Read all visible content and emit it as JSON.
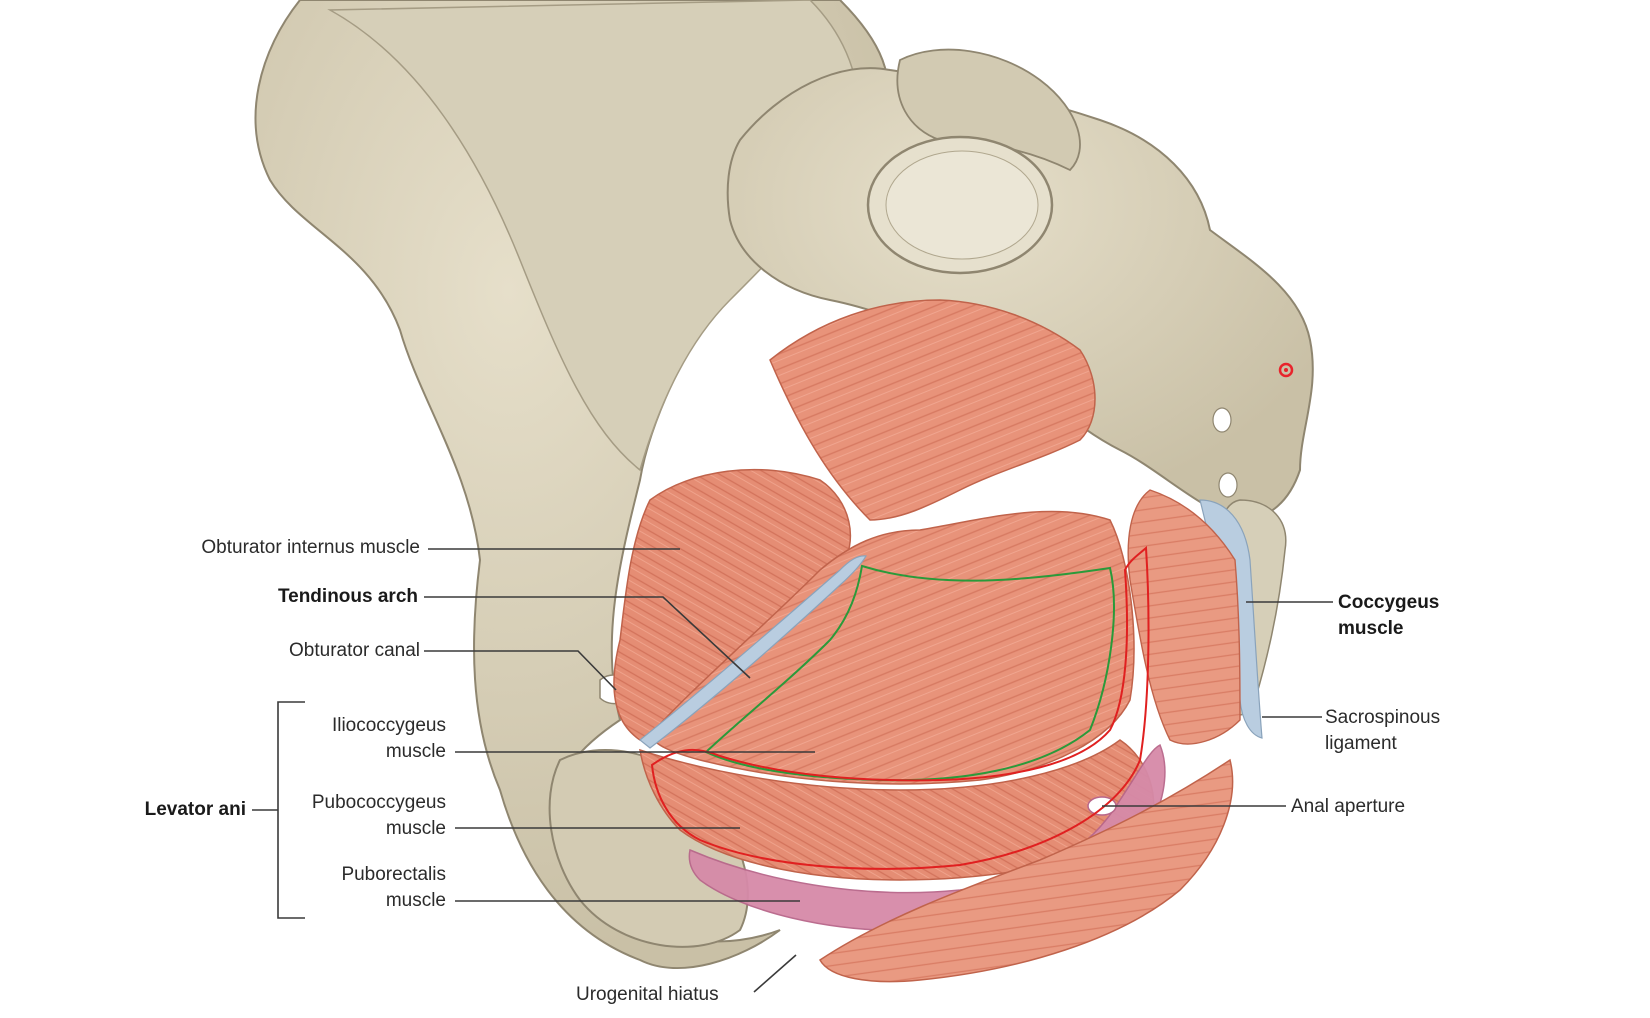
{
  "labels": {
    "obturator_internus": "Obturator internus muscle",
    "tendinous_arch": "Tendinous arch",
    "obturator_canal": "Obturator canal",
    "iliococcygeus_line1": "Iliococcygeus",
    "iliococcygeus_line2": "muscle",
    "levator_ani": "Levator ani",
    "pubococcygeus_line1": "Pubococcygeus",
    "pubococcygeus_line2": "muscle",
    "puborectalis_line1": "Puborectalis",
    "puborectalis_line2": "muscle",
    "urogenital_hiatus": "Urogenital hiatus",
    "coccygeus_line1": "Coccygeus",
    "coccygeus_line2": "muscle",
    "sacrospinous_line1": "Sacrospinous",
    "sacrospinous_line2": "ligament",
    "anal_aperture": "Anal aperture"
  },
  "colors": {
    "bone": "#d9d2bd",
    "bone_shadow": "#b7ae95",
    "muscle": "#e8937a",
    "muscle_dark": "#d4705a",
    "puborectalis": "#d68aa8",
    "ligament": "#b9cde0",
    "outline_red": "#e02020",
    "outline_green": "#2a9a3a",
    "marker_red": "#e8242c"
  }
}
